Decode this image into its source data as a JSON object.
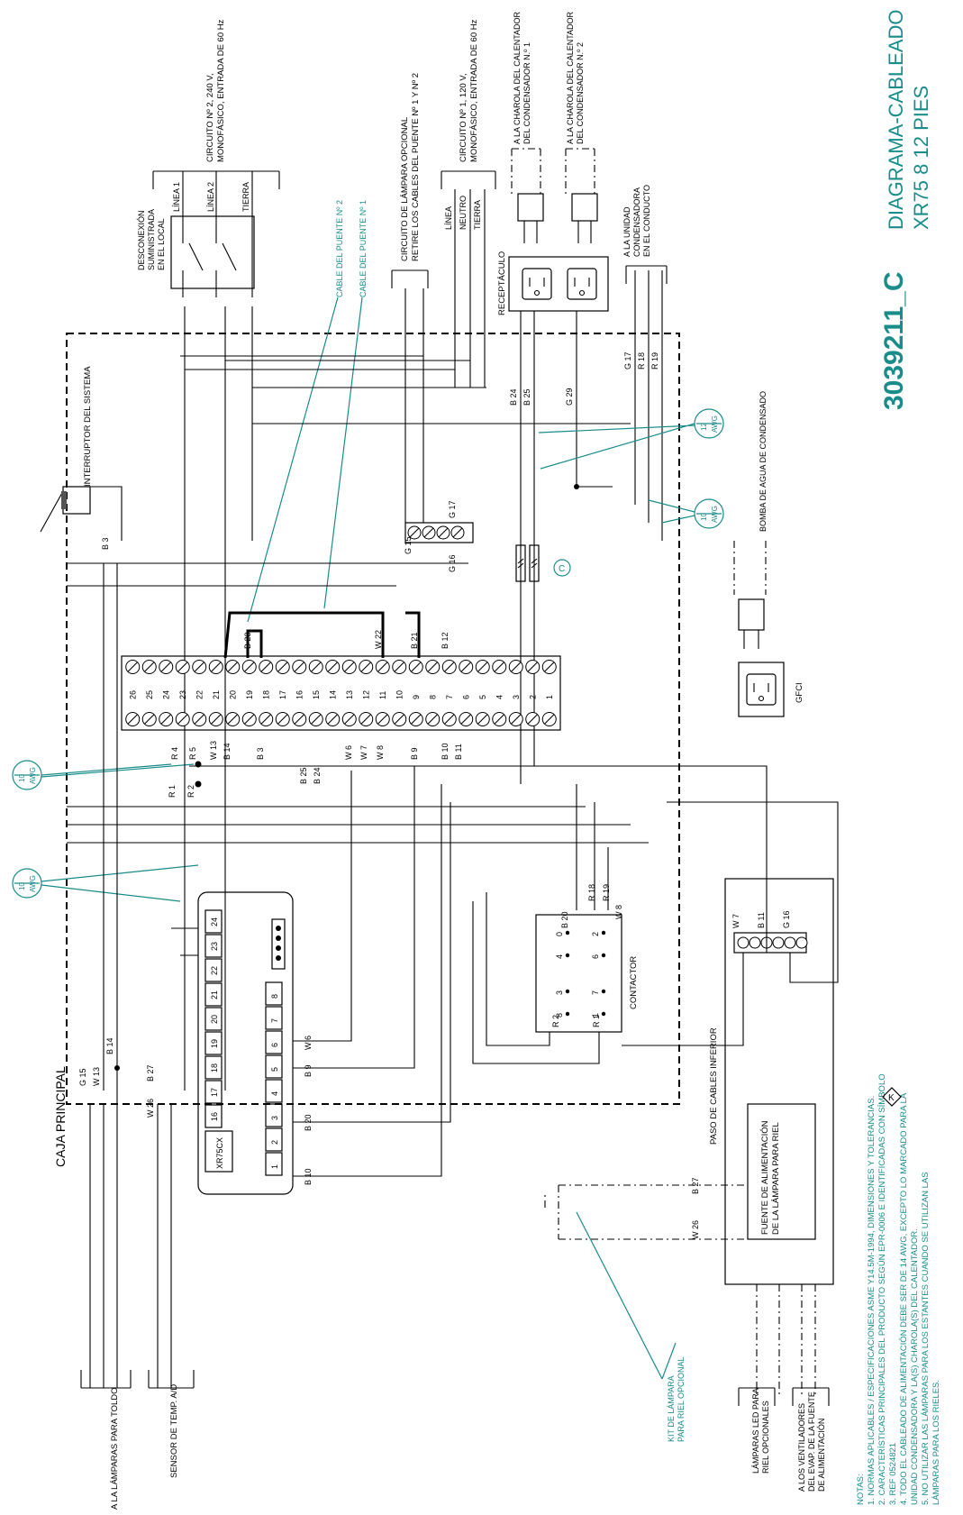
{
  "diagram": {
    "title": "DIAGRAMA-CABLEADO",
    "subtitle": "XR75 8 12 PIES",
    "part_number": "3039211_C",
    "main_box_label": "CAJA PRINCIPAL",
    "colors": {
      "accent": "#1a8c8a",
      "line": "#000000"
    }
  },
  "top_labels": {
    "circuit2": [
      "CIRCUITO Nº 2, 240 V,",
      "MONOFÁSICO, ENTRADA DE 60 Hz"
    ],
    "disconnect": [
      "DESCONEXIÓN",
      "SUMINISTRADA",
      "EN EL LOCAL"
    ],
    "line1": "LÍNEA 1",
    "line2": "LÍNEA 2",
    "ground": "TIERRA",
    "lamp_circuit": [
      "CIRCUITO DE LÁMPARA OPCIONAL",
      "RETIRE LOS CABLES DEL PUENTE Nº 1 Y Nº 2"
    ],
    "bridge2": "CABLE DEL PUENTE Nº 2",
    "bridge1": "CABLE DEL PUENTE Nº 1",
    "circuit1": [
      "CIRCUITO Nº 1, 120 V,",
      "MONOFÁSICO, ENTRADA DE 60 Hz"
    ],
    "linea": "LÍNEA",
    "neutro": "NEUTRO",
    "tierra": "TIERRA",
    "tray1": [
      "A LA CHAROLA DEL CALENTADOR",
      "DEL CONDENSADOR N.º 1"
    ],
    "tray2": [
      "A LA CHAROLA DEL CALENTADOR",
      "DEL CONDENSADOR N.º 2"
    ],
    "receptacle": "RECEPTÁCULO",
    "condenser": [
      "A LA UNIDAD",
      "CONDENSADORA",
      "EN EL CONDUCTO"
    ],
    "system_switch": "INTERRUPTOR DEL SISTEMA",
    "pump": "BOMBA DE AGUA DE CONDENSADO",
    "gfci": "GFCI"
  },
  "awg_tags": [
    {
      "top": "12",
      "bottom": "AWG"
    },
    {
      "top": "10",
      "bottom": "AWG"
    },
    {
      "top": "10",
      "bottom": "AWG"
    },
    {
      "top": "10",
      "bottom": "AWG"
    }
  ],
  "circle_c": "C",
  "terminal_strip": [
    "26",
    "25",
    "24",
    "23",
    "22",
    "21",
    "20",
    "19",
    "18",
    "17",
    "16",
    "15",
    "14",
    "13",
    "12",
    "11",
    "10",
    "9",
    "8",
    "7",
    "6",
    "5",
    "4",
    "3",
    "2",
    "1"
  ],
  "wire_labels": {
    "top_row": [
      "B 23",
      "W 22",
      "B 21",
      "B 12"
    ],
    "bottom_row": [
      "R 4",
      "R 5",
      "W 13",
      "B 14",
      "B 3",
      "W 6",
      "W 7",
      "W 8",
      "B 9",
      "B 10",
      "B 11"
    ],
    "bus": [
      "R 1",
      "R 2",
      "B 25",
      "B 24"
    ],
    "ground_bar": [
      "G 15",
      "G 17",
      "G 16"
    ],
    "receptacle": [
      "B 24",
      "B 25",
      "G 29"
    ],
    "condenser": [
      "G 17",
      "R 18",
      "R 19"
    ],
    "switch": "B 3",
    "bottom_left": [
      "G 15",
      "W 13",
      "B 14",
      "B 27",
      "W 26"
    ],
    "contactor": [
      "R 18",
      "R 19",
      "W 8",
      "B 20",
      "R 2",
      "R 1"
    ],
    "controller": [
      "W 6",
      "B 9",
      "B 20",
      "B 10"
    ],
    "lower_box": [
      "W 7",
      "B 11",
      "G 16"
    ],
    "lamp_supply": [
      "B 27",
      "W 26"
    ]
  },
  "contactor": {
    "label": "CONTACTOR",
    "terminals": [
      "0",
      "4",
      "3",
      "8",
      "2",
      "6",
      "7",
      "1"
    ]
  },
  "controller": {
    "model": "XR75CX",
    "top_terminals": [
      "24",
      "23",
      "22",
      "21",
      "20",
      "19",
      "18",
      "17",
      "16"
    ],
    "bottom_terminals": [
      "8",
      "7",
      "6",
      "5",
      "4",
      "3",
      "2",
      "1"
    ]
  },
  "lower_labels": {
    "pass_through": "PASO DE CABLES INFERIOR",
    "lamp_supply": [
      "FUENTE DE ALIMENTACIÓN",
      "DE LA LÁMPARA PARA RIEL"
    ],
    "rail_kit": [
      "KIT DE LÁMPARA",
      "PARA RIEL OPCIONAL"
    ],
    "led_lamps": [
      "LÁMPARAS LED PARA",
      "RIEL OPCIONALES"
    ],
    "fans": [
      "A LOS VENTILADORES",
      "DEL EVAP. DE LA FUENTE",
      "DE ALIMENTACIÓN"
    ],
    "awning": "A LA LÁMPARAS PARA TOLDO",
    "temp_sensor": "SENSOR DE TEMP. A/D"
  },
  "notes": [
    "NOTAS:",
    "1. NORMAS APLICABLES / ESPECIFICACIONES ASME Y14.5M-1994, DIMENSIONES Y TOLERANCIAS.",
    "2. CARACTERÍSTICAS PRINCIPALES DEL PRODUCTO SEGÚN EPR-0006 E IDENTIFICADAS CON SÍMBOLO",
    "3. REF 0524821",
    "4. TODO EL CABLEADO DE ALIMENTACIÓN DEBE SER DE 14 AWG, EXCEPTO LO MARCADO PARA LA",
    "   UNIDAD CONDENSADORA Y LA(S) CHAROLA(S) DEL CALENTADOR.",
    "5. NO UTILIZAR LAS LÁMPARAS PARA LOS ESTANTES CUANDO SE UTILIZAN LAS",
    "   LÁMPARAS PARA LOS RIELES."
  ],
  "key_symbol": "K"
}
